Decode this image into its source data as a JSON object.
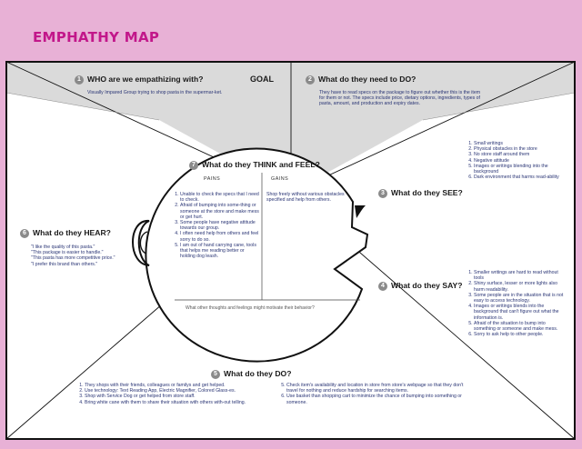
{
  "title": "EMPHATHY MAP",
  "goal_label": "GOAL",
  "sections": {
    "who": {
      "number": "1",
      "heading": "WHO are we empathizing with?",
      "text": "Visually Impared Group trying to shop pasta in the supermar-ket."
    },
    "need": {
      "number": "2",
      "heading": "What do they need to DO?",
      "text": "They have to read specs on the package to figure out whether this is the item for them or not. The specs include price, dietary options, ingredients, types of pasta, amount, and production and expiry dates."
    },
    "see": {
      "number": "3",
      "heading": "What do they SEE?",
      "items": [
        "Small writings",
        "Physical obstacles in the store",
        "No store staff around them",
        "Negative attitude",
        "Images or writings blending into the background",
        "Dark environment that harms read-ability"
      ]
    },
    "say": {
      "number": "4",
      "heading": "What do they SAY?",
      "items": [
        "Smaller writings are hard to read without tools",
        "Shiny surface, lesser or more lights also harm readability.",
        "Some people are in the situation that is not easy to access technology.",
        "Images or writings blends into the background that can't figure out what the information is.",
        "Afraid of the situation to bump into something or someone and make mess.",
        "Sorry to ask help to other people."
      ]
    },
    "do": {
      "number": "5",
      "heading": "What do they DO?",
      "left_items": [
        "They shops with their friends, colleagues or familys and get helped.",
        "Use technology: Text Reading App, Electric Magnifier, Colored Glass-es.",
        "Shop with Service Dog or get helped from store staff.",
        "Bring white cane with them to share their situation with others with-out telling."
      ],
      "right_items": [
        "Check item's availability and location in store from store's webpage so that they don't travel for nothing and reduce hardship for searching items.",
        "Use basket than shopping cart to minimize the chance of bumping into something or someone."
      ]
    },
    "hear": {
      "number": "6",
      "heading": "What do they HEAR?",
      "quotes": [
        "\"I like the quality of this pasta.\"",
        "\"This package is easier to handle.\"",
        "\"This pasta has more competitive price.\"",
        "\"I prefer this brand than others.\""
      ]
    },
    "think": {
      "number": "7",
      "heading": "What do they THINK and FEEL?",
      "pains_label": "PAINS",
      "gains_label": "GAINS",
      "pains": [
        "Unable to check the specs that I need to check.",
        "Afraid of bumping into some-thing or someone at the store and make mess or get hurt.",
        "Some people have negative attitude towards our group.",
        "I often need help from others and feel sorry to do so.",
        "I am out of hand carrying cane, tools that helps me reading better or holding dog leash."
      ],
      "gains": "Shop freely without various obstacles specified and help from others.",
      "footer": "What other thoughts and feelings might motivate their behavior?"
    }
  }
}
